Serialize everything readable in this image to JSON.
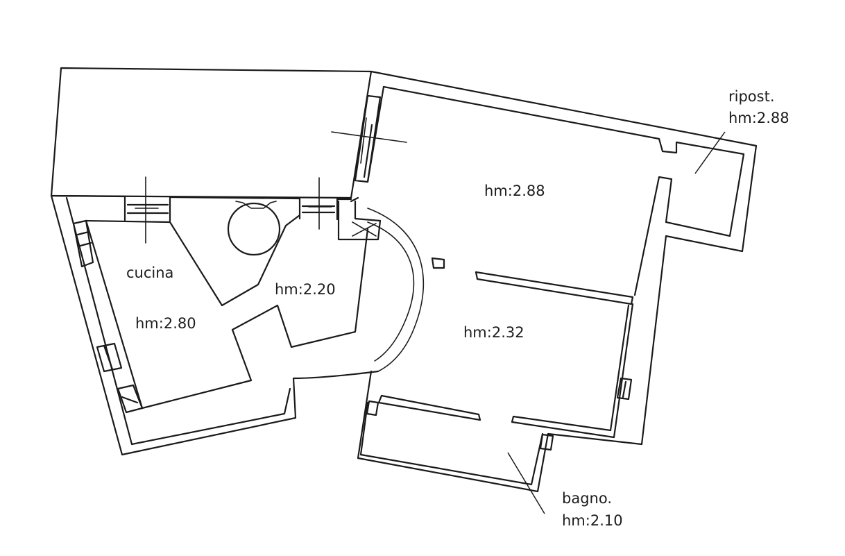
{
  "rooms": {
    "cucina": {
      "name": "cucina",
      "height": "hm:2.80"
    },
    "disimpegno": {
      "height": "hm:2.20"
    },
    "camera_1": {
      "height": "hm:2.88"
    },
    "camera_2": {
      "height": "hm:2.32"
    },
    "ripostiglio": {
      "name": "ripost.",
      "height": "hm:2.88"
    },
    "bagno": {
      "name": "bagno.",
      "height": "hm:2.10"
    }
  },
  "colors": {
    "ink": "#1a1a1a",
    "paper": "#ffffff"
  }
}
